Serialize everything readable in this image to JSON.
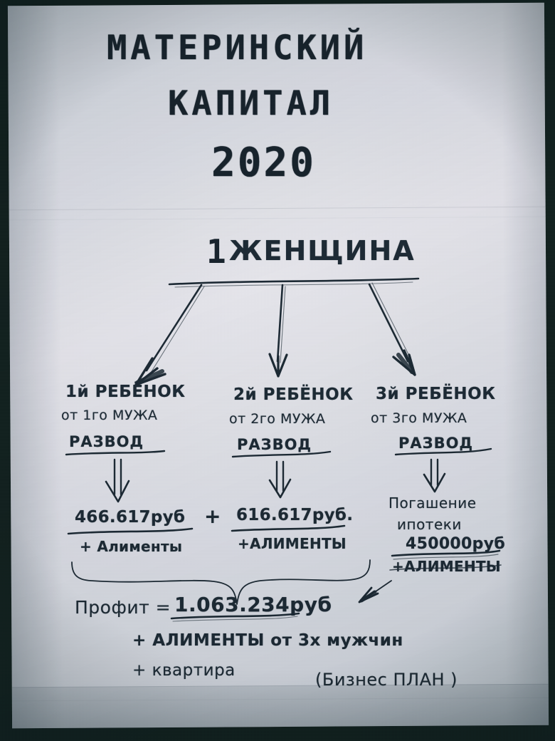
{
  "image": {
    "kind": "photograph-of-handwritten-sheet",
    "paper_color": "#ecebf1",
    "ink_color": "#1d2b36",
    "vignette_color": "#0b1416"
  },
  "title": {
    "line1": "МАТЕРИНСКИЙ",
    "line2": "КАПИТАЛ",
    "line3": "2020"
  },
  "root": {
    "count": "1",
    "label": "ЖЕНЩИНА"
  },
  "branches": [
    {
      "child": "1й РЕБЁНОК",
      "father": "от 1го МУЖА",
      "event": "РАЗВОД",
      "payout_line1": "466.617руб",
      "payout_line2": "",
      "payout_line3": "",
      "extra": "+ Алименты"
    },
    {
      "child": "2й РЕБЁНОК",
      "father": "от 2го МУЖА",
      "event": "РАЗВОД",
      "payout_line1": "616.617руб.",
      "payout_line2": "",
      "payout_line3": "",
      "extra": "+АЛИМЕНТЫ"
    },
    {
      "child": "3й РЕБЁНОК",
      "father": "от 3го МУЖА",
      "event": "РАЗВОД",
      "payout_line1": "Погашение",
      "payout_line2": "ипотеки",
      "payout_line3": "450000руб",
      "extra": "+АЛИМЕНТЫ"
    }
  ],
  "operators": {
    "plus_between_1_and_2": "+"
  },
  "summary": {
    "label": "Профит =",
    "value": "1.063.234руб",
    "note1": "+ АЛИМЕНТЫ от  3х мужчин",
    "note2": "+ квартира",
    "caption": "(Бизнес ПЛАН )"
  }
}
